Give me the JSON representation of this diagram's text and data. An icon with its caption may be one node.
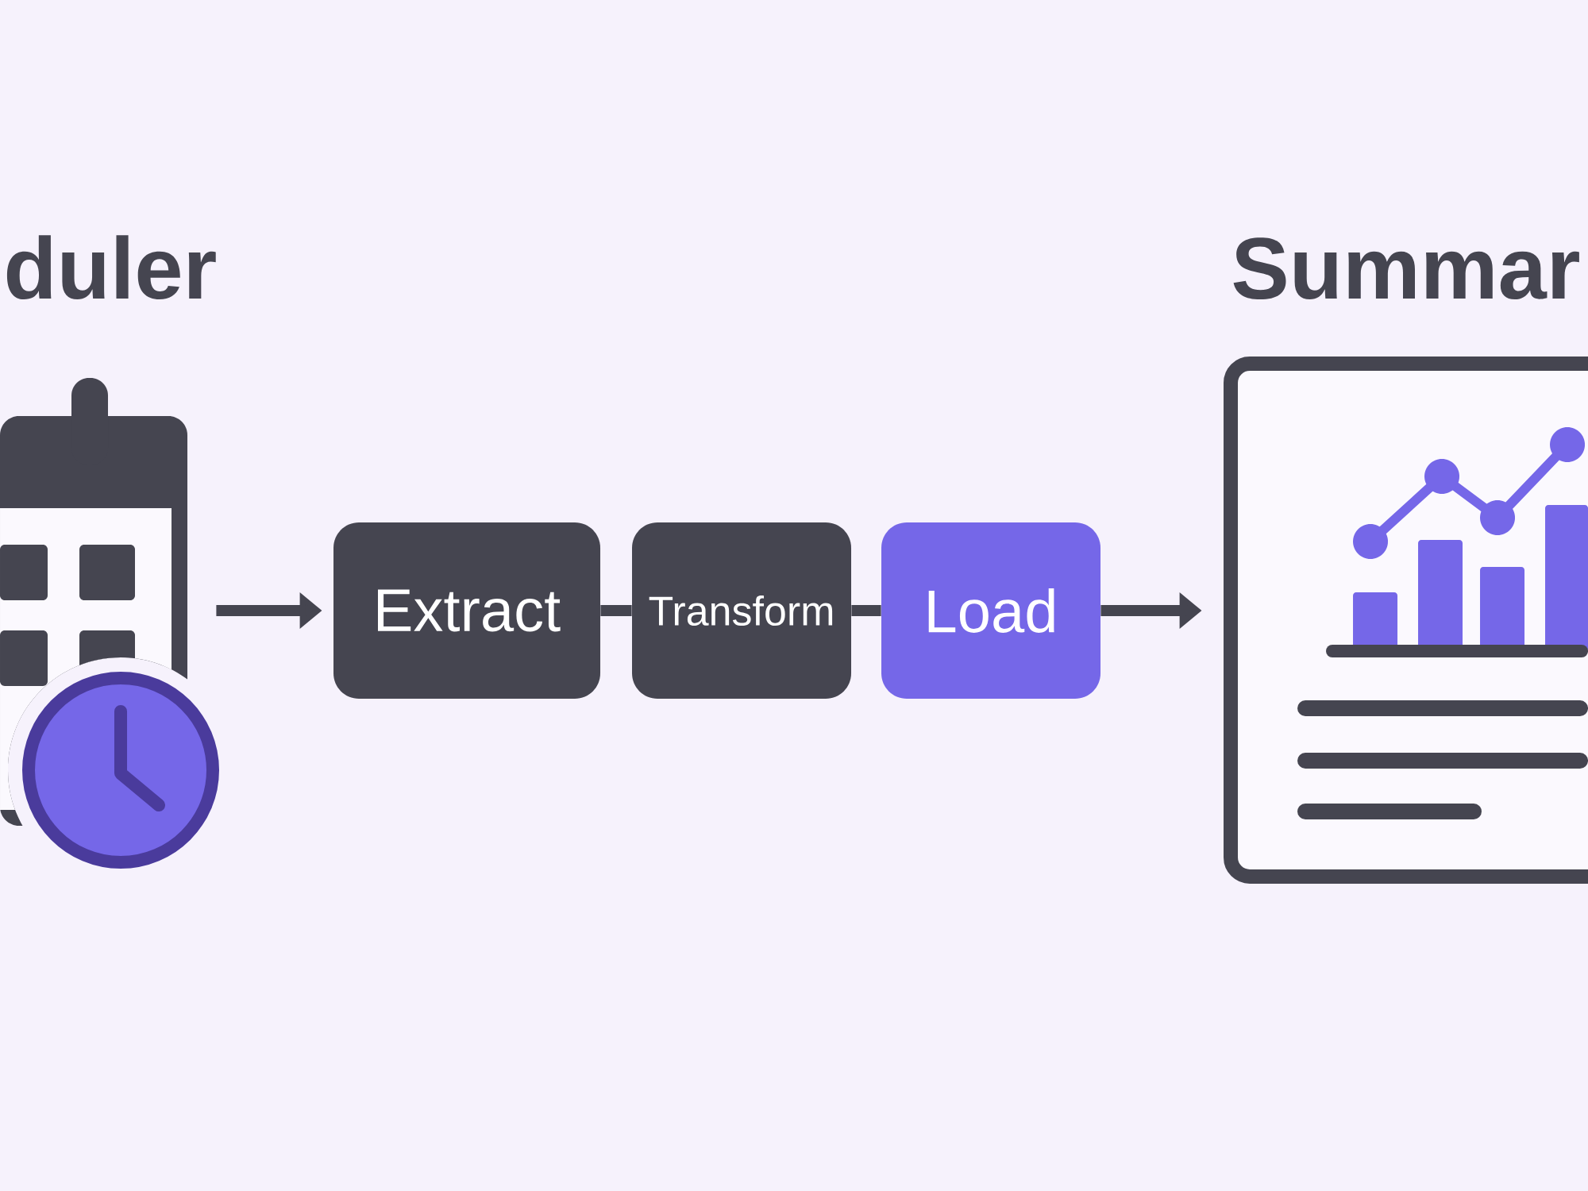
{
  "diagram": {
    "nodes": [
      {
        "text": [],
        "shape": "picture",
        "beside": [
          "duler"
        ]
      },
      {
        "text": [
          "Extract"
        ]
      },
      {
        "text": [
          "Transform"
        ]
      },
      {
        "text": [
          "Load"
        ]
      },
      {
        "text": [],
        "shape": "picture",
        "beside": [
          "Summar"
        ]
      }
    ],
    "edges": [
      {
        "from": 0,
        "to": 1,
        "arrow": "to"
      },
      {
        "from": 1,
        "to": 2,
        "arrow": "none"
      },
      {
        "from": 2,
        "to": 3,
        "arrow": "none"
      },
      {
        "from": 3,
        "to": 4,
        "arrow": "to"
      }
    ]
  }
}
